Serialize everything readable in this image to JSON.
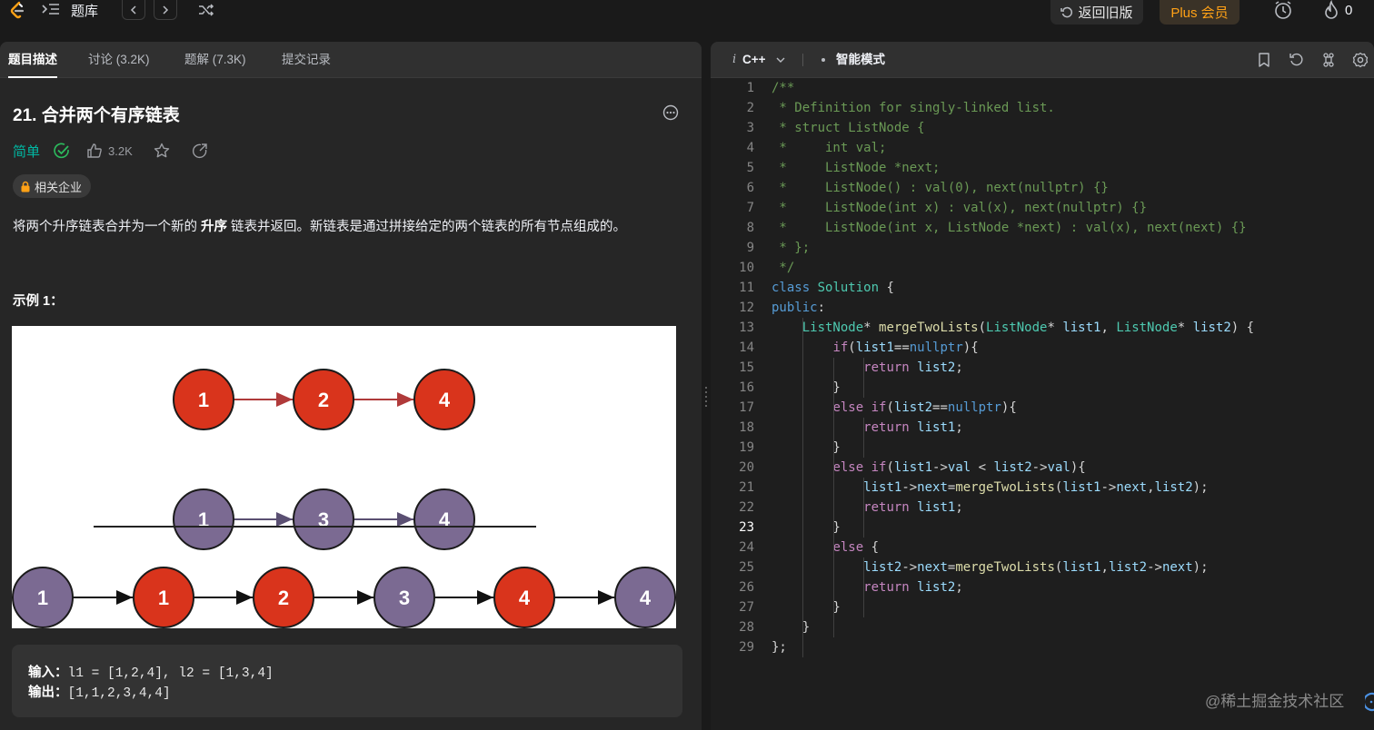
{
  "topbar": {
    "title": "题库",
    "old_version_label": "返回旧版",
    "plus_label": "Plus 会员",
    "streak_count": "0"
  },
  "left": {
    "tabs": [
      {
        "label": "题目描述",
        "active": true
      },
      {
        "label": "讨论 (3.2K)",
        "active": false
      },
      {
        "label": "题解 (7.3K)",
        "active": false
      },
      {
        "label": "提交记录",
        "active": false
      }
    ],
    "title": "21. 合并两个有序链表",
    "difficulty": "简单",
    "likes": "3.2K",
    "company_tag": "相关企业",
    "description": {
      "before": "将两个升序链表合并为一个新的 ",
      "bold": "升序",
      "after": " 链表并返回。新链表是通过拼接给定的两个链表的所有节点组成的。"
    },
    "example_title": "示例 1：",
    "diagram": {
      "list1": [
        "1",
        "2",
        "4"
      ],
      "list2": [
        "1",
        "3",
        "4"
      ],
      "merged": [
        "1",
        "1",
        "2",
        "3",
        "4",
        "4"
      ],
      "colors": {
        "red": "#d9341c",
        "purple": "#7b6a92"
      }
    },
    "example": {
      "input_key": "输入：",
      "input_value": "l1 = [1,2,4], l2 = [1,3,4]",
      "output_key": "输出：",
      "output_value": "[1,1,2,3,4,4]"
    }
  },
  "editor": {
    "language": "C++",
    "mode": "智能模式",
    "current_line": 23,
    "lines": [
      "/**",
      " * Definition for singly-linked list.",
      " * struct ListNode {",
      " *     int val;",
      " *     ListNode *next;",
      " *     ListNode() : val(0), next(nullptr) {}",
      " *     ListNode(int x) : val(x), next(nullptr) {}",
      " *     ListNode(int x, ListNode *next) : val(x), next(next) {}",
      " * };",
      " */",
      "class Solution {",
      "public:",
      "    ListNode* mergeTwoLists(ListNode* list1, ListNode* list2) {",
      "        if(list1==nullptr){",
      "            return list2;",
      "        }",
      "        else if(list2==nullptr){",
      "            return list1;",
      "        }",
      "        else if(list1->val < list2->val){",
      "            list1->next=mergeTwoLists(list1->next,list2);",
      "            return list1;",
      "        }",
      "        else {",
      "            list2->next=mergeTwoLists(list1,list2->next);",
      "            return list2;",
      "        }",
      "    }",
      "};"
    ],
    "watermark": "@稀土掘金技术社区"
  },
  "colors": {
    "accent": "#ffa116",
    "easy": "#00b8a3",
    "panel": "#262626"
  }
}
